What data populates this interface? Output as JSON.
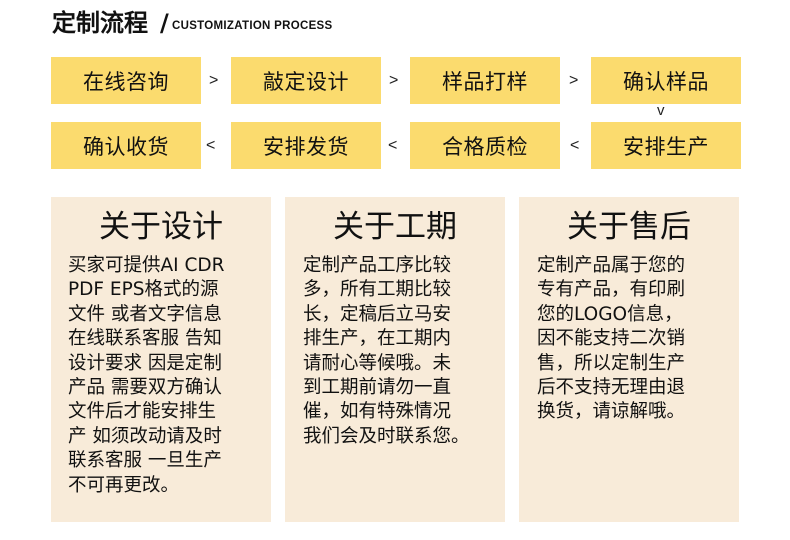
{
  "header": {
    "title": "定制流程",
    "slash": "/",
    "subtitle": "CUSTOMIZATION PROCESS"
  },
  "process": {
    "row1": [
      "在线咨询",
      "敲定设计",
      "样品打样",
      "确认样品"
    ],
    "row2": [
      "确认收货",
      "安排发货",
      "合格质检",
      "安排生产"
    ],
    "arrow_right": ">",
    "arrow_left": "<",
    "arrow_down": "v"
  },
  "cards": [
    {
      "title": "关于设计",
      "body": "买家可提供AI CDR\n PDF EPS格式的源\n文件 或者文字信息\n在线联系客服 告知\n设计要求 因是定制\n产品 需要双方确认\n文件后才能安排生\n产 如须改动请及时\n联系客服 一旦生产\n 不可再更改。"
    },
    {
      "title": "关于工期",
      "body": "定制产品工序比较\n多，所有工期比较\n长，定稿后立马安\n排生产，在工期内\n请耐心等候哦。未\n到工期前请勿一直\n催，如有特殊情况\n我们会及时联系您。"
    },
    {
      "title": "关于售后",
      "body": "定制产品属于您的\n专有产品，有印刷\n您的LOGO信息，\n因不能支持二次销\n售，所以定制生产\n后不支持无理由退\n换货，请谅解哦。"
    }
  ]
}
